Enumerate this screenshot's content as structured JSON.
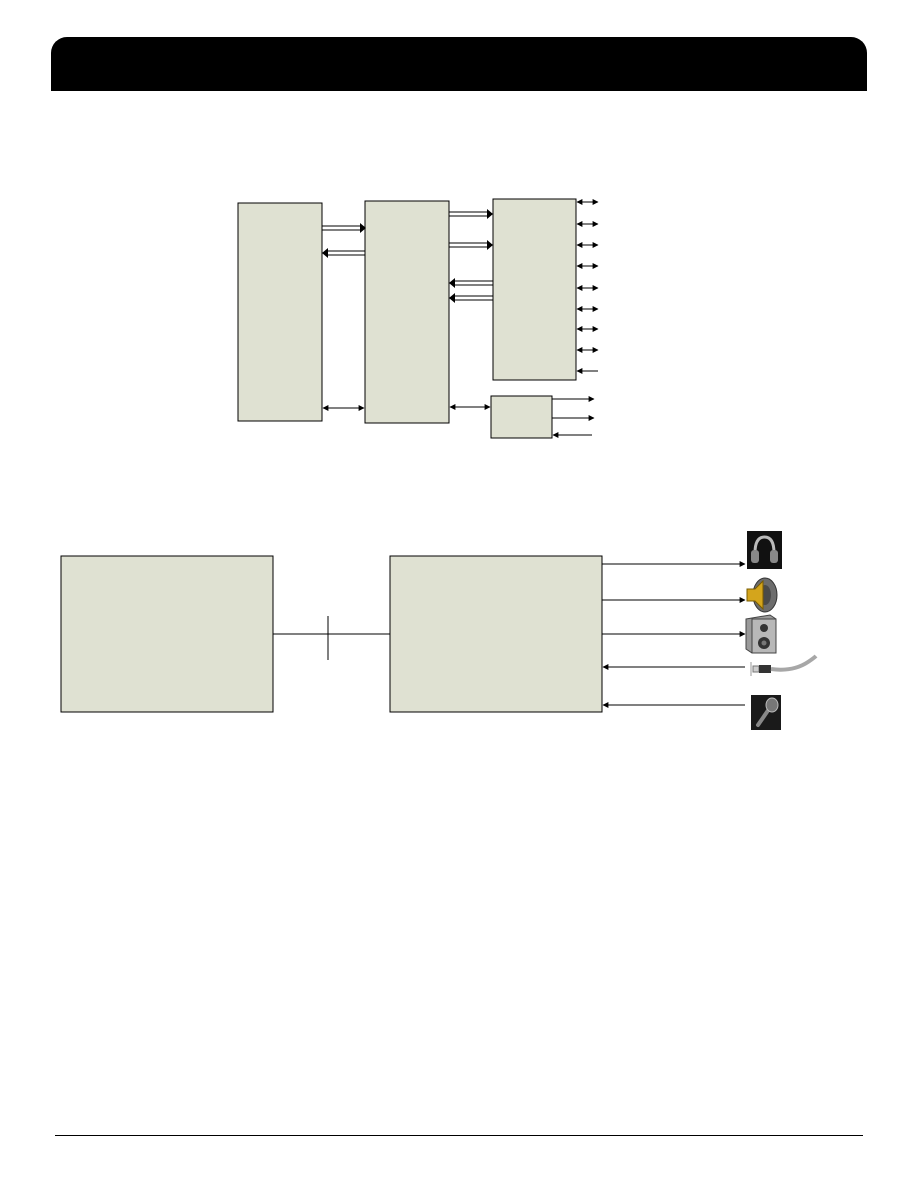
{
  "header": {
    "title": ""
  },
  "colors": {
    "header_bg": "#000000",
    "block_fill": "#dfe1d2",
    "block_stroke": "#000000",
    "line": "#000000"
  },
  "diagram_top": {
    "blocks": [
      "block-left",
      "block-middle",
      "block-right-top",
      "block-right-bottom"
    ]
  },
  "diagram_bottom": {
    "blocks": [
      "block-host",
      "block-codec"
    ],
    "peripherals": [
      "headphones-icon",
      "speaker-icon",
      "loudspeaker-cabinet-icon",
      "audio-jack-cable-icon",
      "microphone-icon"
    ]
  }
}
